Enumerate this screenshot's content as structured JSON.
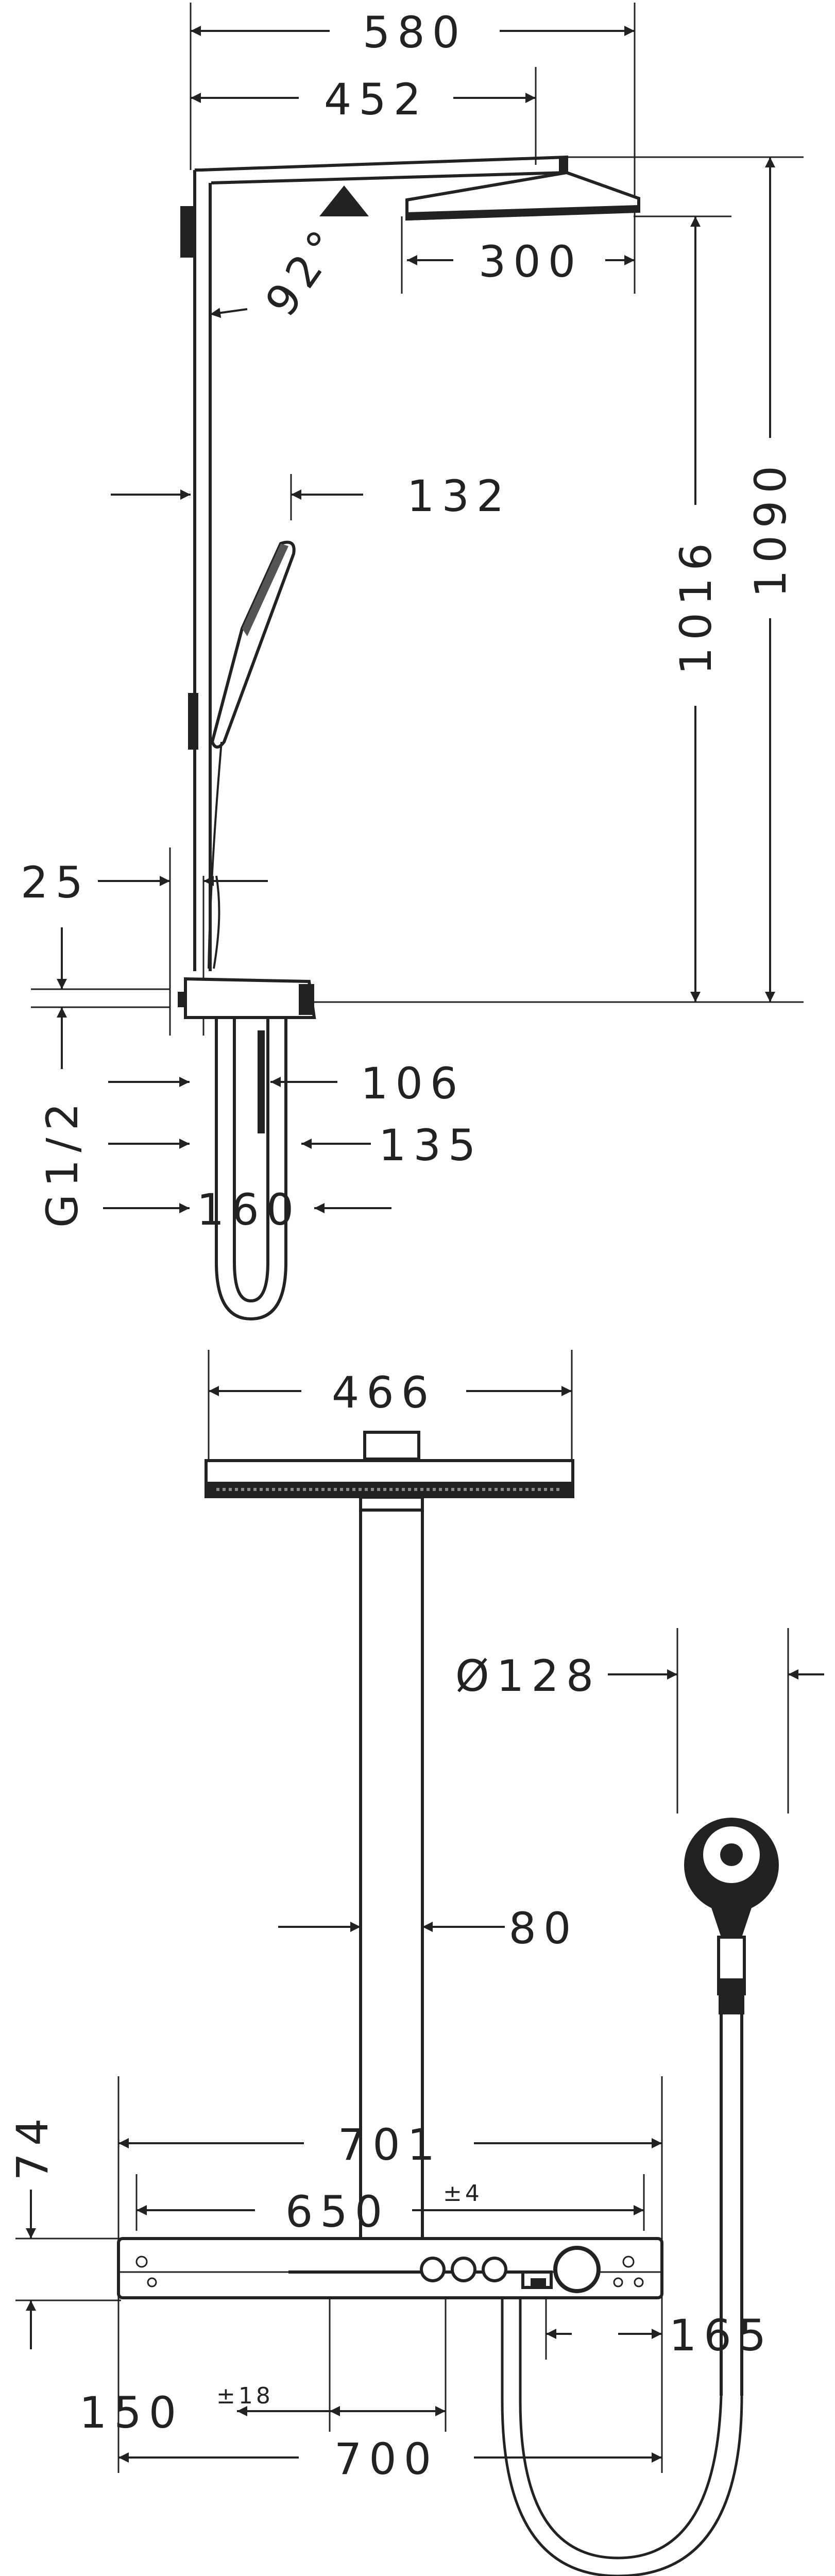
{
  "colors": {
    "line": "#222222",
    "background": "#ffffff",
    "gray": "#8a8a8a",
    "accent": "#666666"
  },
  "side_view": {
    "width_total": "580",
    "width_arm": "452",
    "angle": "92°",
    "head_width": "300",
    "height_overall": "1090",
    "height_head": "1016",
    "handshower_offset": "132",
    "bar_offset": "25",
    "thread": "G1/2",
    "depth_106": "106",
    "depth_135": "135",
    "depth_160": "160"
  },
  "front_view": {
    "head_width": "466",
    "handshower_diameter": "Ø128",
    "bar_width": "80",
    "height_74": "74",
    "width_701": "701",
    "width_650": "650",
    "tol_650": "±4",
    "width_165": "165",
    "width_150": "150",
    "tol_150": "±18",
    "width_700": "700"
  }
}
